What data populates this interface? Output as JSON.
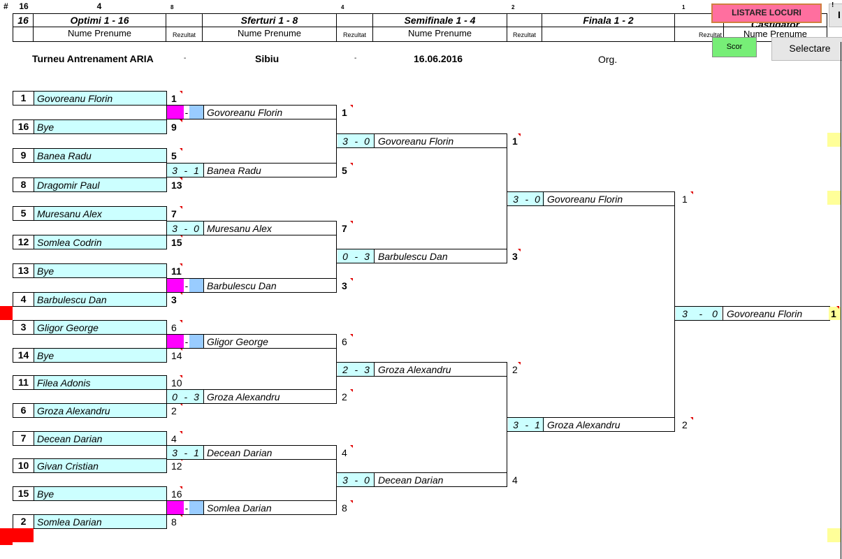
{
  "top": {
    "hash": "#",
    "c16": "16",
    "c4": "4",
    "c8": "8",
    "c4b": "4",
    "c2": "2",
    "c1": "1",
    "exclaim": "!"
  },
  "headers": {
    "count": "16",
    "optimi": "Optimi 1 - 16",
    "sferturi": "Sferturi 1 - 8",
    "semifinale": "Semifinale 1 - 4",
    "finala": "Finala 1 - 2",
    "castigator": "Câştigător",
    "nume": "Nume Prenume",
    "rezultat": "Rezultat"
  },
  "info": {
    "tournament": "Turneu Antrenament ARIA",
    "sep": "-",
    "city": "Sibiu",
    "date": "16.06.2016",
    "org": "Org."
  },
  "buttons": {
    "listare": "LISTARE LOCURI",
    "scor": "Scor",
    "selectare": "Selectare",
    "partial": "I"
  },
  "r1": [
    {
      "seed": "1",
      "name": "Govoreanu Florin",
      "rank": "1"
    },
    {
      "seed": "16",
      "name": "Bye",
      "rank": "9"
    },
    {
      "seed": "9",
      "name": "Banea Radu",
      "rank": "5"
    },
    {
      "seed": "8",
      "name": "Dragomir Paul",
      "rank": "13"
    },
    {
      "seed": "5",
      "name": "Muresanu Alex",
      "rank": "7"
    },
    {
      "seed": "12",
      "name": "Somlea Codrin",
      "rank": "15"
    },
    {
      "seed": "13",
      "name": "Bye",
      "rank": "11"
    },
    {
      "seed": "4",
      "name": "Barbulescu Dan",
      "rank": "3"
    },
    {
      "seed": "3",
      "name": "Gligor George",
      "rank": "6"
    },
    {
      "seed": "14",
      "name": "Bye",
      "rank": "14"
    },
    {
      "seed": "11",
      "name": "Filea Adonis",
      "rank": "10"
    },
    {
      "seed": "6",
      "name": "Groza Alexandru",
      "rank": "2"
    },
    {
      "seed": "7",
      "name": "Decean Darian",
      "rank": "4"
    },
    {
      "seed": "10",
      "name": "Givan Cristian",
      "rank": "12"
    },
    {
      "seed": "15",
      "name": "Bye",
      "rank": "16"
    },
    {
      "seed": "2",
      "name": "Somlea Darian",
      "rank": "8"
    }
  ],
  "r2": [
    {
      "s1": "",
      "s2": "",
      "name": "Govoreanu Florin",
      "rank": "1"
    },
    {
      "s1": "3",
      "s2": "1",
      "name": "Banea Radu",
      "rank": "5"
    },
    {
      "s1": "3",
      "s2": "0",
      "name": "Muresanu Alex",
      "rank": "7"
    },
    {
      "s1": "",
      "s2": "",
      "name": "Barbulescu Dan",
      "rank": "3"
    },
    {
      "s1": "",
      "s2": "",
      "name": "Gligor George",
      "rank": "6"
    },
    {
      "s1": "0",
      "s2": "3",
      "name": "Groza Alexandru",
      "rank": "2"
    },
    {
      "s1": "3",
      "s2": "1",
      "name": "Decean Darian",
      "rank": "4"
    },
    {
      "s1": "",
      "s2": "",
      "name": "Somlea Darian",
      "rank": "8"
    }
  ],
  "r3": [
    {
      "s1": "3",
      "s2": "0",
      "name": "Govoreanu Florin",
      "rank": "1"
    },
    {
      "s1": "0",
      "s2": "3",
      "name": "Barbulescu Dan",
      "rank": "3"
    },
    {
      "s1": "2",
      "s2": "3",
      "name": "Groza Alexandru",
      "rank": "2"
    },
    {
      "s1": "3",
      "s2": "0",
      "name": "Decean Darian",
      "rank": "4"
    }
  ],
  "r4": [
    {
      "s1": "3",
      "s2": "0",
      "name": "Govoreanu Florin",
      "rank": "1"
    },
    {
      "s1": "3",
      "s2": "1",
      "name": "Groza Alexandru",
      "rank": "2"
    }
  ],
  "final": {
    "s1": "3",
    "s2": "0",
    "name": "Govoreanu Florin",
    "rank": "1"
  },
  "colors": {
    "cyan": "#ccffff",
    "blue_score": "#99ccff",
    "magenta": "#ff00ff",
    "red": "#ff0000",
    "yellow": "#ffff99"
  }
}
